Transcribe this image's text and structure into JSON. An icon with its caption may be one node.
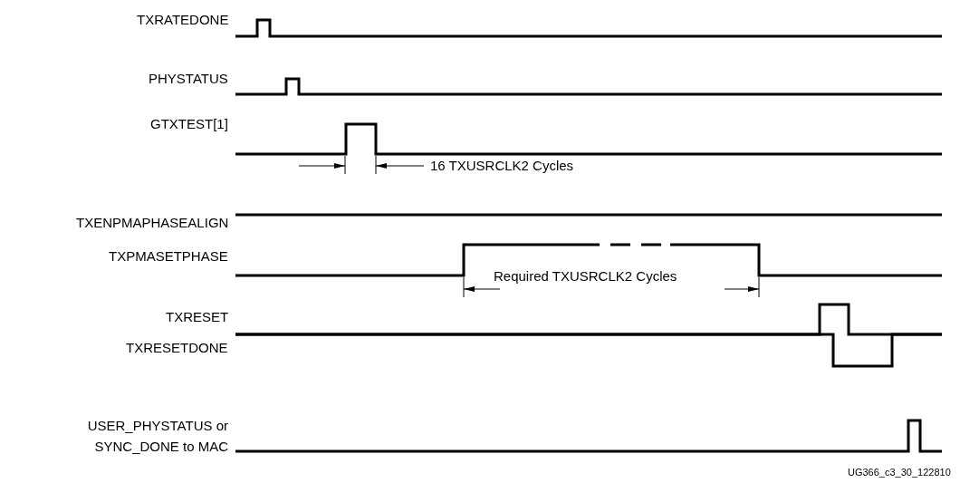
{
  "diagram": {
    "labels": [
      "TXRATEDONE",
      "PHYSTATUS",
      "GTXTEST[1]",
      "16 TXUSRCLK2 Cycles",
      "TXENPMAPHASEALIGN",
      "TXPMASETPHASE",
      "Required TXUSRCLK2 Cycles",
      "TXRESET",
      "TXRESETDONE",
      "USER_PHYSTATUS or SYNC_DONE to MAC",
      "UG366_c3_30_122810"
    ]
  }
}
